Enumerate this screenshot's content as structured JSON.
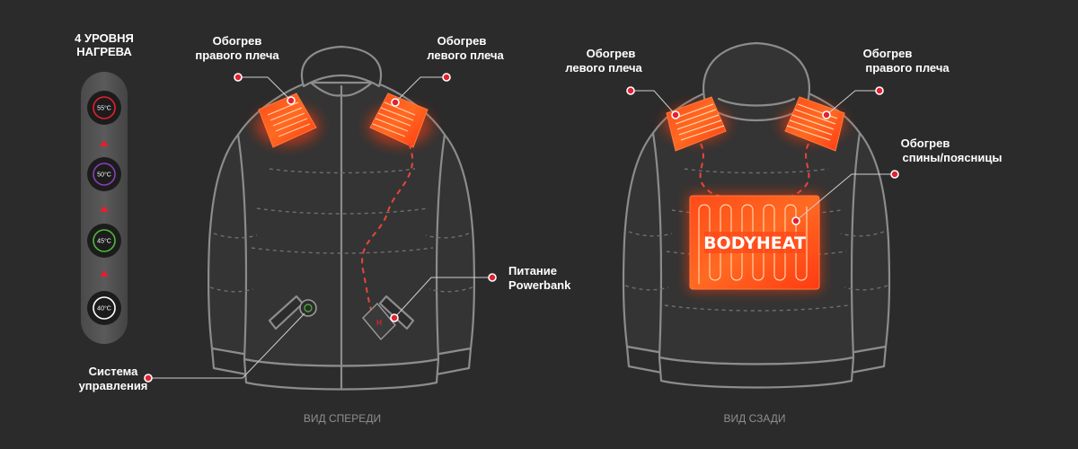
{
  "legend": {
    "title_line1": "4 УРОВНЯ",
    "title_line2": "НАГРЕВА",
    "levels": [
      {
        "temp": "55°C",
        "color": "#e3202f"
      },
      {
        "temp": "50°C",
        "color": "#8a3fb8"
      },
      {
        "temp": "45°C",
        "color": "#4fb73a"
      },
      {
        "temp": "40°C",
        "color": "#ffffff"
      }
    ]
  },
  "front": {
    "caption": "ВИД СПЕРЕДИ",
    "callouts": {
      "right_shoulder": {
        "line1": "Обогрев",
        "line2": "правого плеча"
      },
      "left_shoulder": {
        "line1": "Обогрев",
        "line2": "левого плеча"
      },
      "power": {
        "line1": "Питание",
        "line2": "Powerbank"
      },
      "control": {
        "line1": "Система",
        "line2": "управления"
      }
    },
    "powerbank_mark": "H"
  },
  "back": {
    "caption": "ВИД СЗАДИ",
    "brand": "BODYHEAT",
    "callouts": {
      "left_shoulder": {
        "line1": "Обогрев",
        "line2": "левого плеча"
      },
      "right_shoulder": {
        "line1": "Обогрев",
        "line2": "правого плеча"
      },
      "back": {
        "line1": "Обогрев",
        "line2": "спины/поясницы"
      }
    }
  },
  "colors": {
    "background": "#2b2b2b",
    "accent_red": "#e3202f",
    "heat_orange": "#ff5a1f",
    "outline_gray": "#8c8c8c"
  }
}
